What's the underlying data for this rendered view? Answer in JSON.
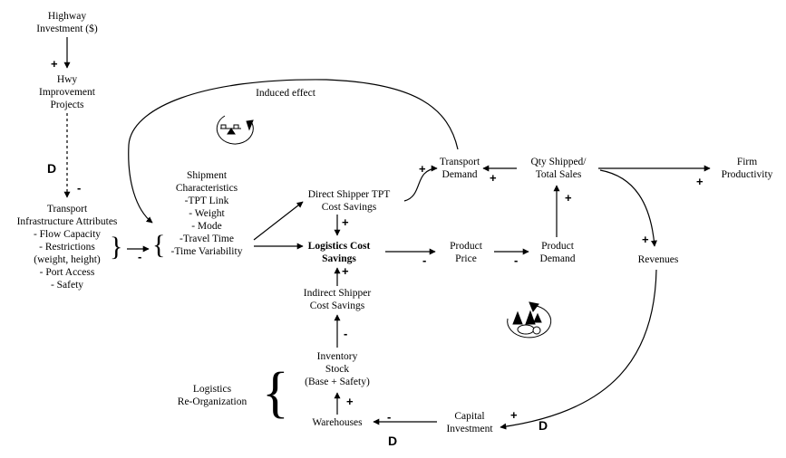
{
  "nodes": {
    "highway_investment": [
      "Highway",
      "Investment ($)"
    ],
    "hwy_projects": [
      "Hwy",
      "Improvement",
      "Projects"
    ],
    "transport_infra": [
      "Transport",
      "Infrastructure Attributes",
      "- Flow Capacity",
      "- Restrictions",
      "(weight, height)",
      "- Port Access",
      "- Safety"
    ],
    "shipment_chars": [
      "Shipment",
      "Characteristics",
      "-TPT Link",
      "- Weight",
      "- Mode",
      "-Travel Time",
      "-Time Variability"
    ],
    "direct_savings": [
      "Direct Shipper TPT",
      "Cost Savings"
    ],
    "logistics_savings": [
      "Logistics Cost",
      "Savings"
    ],
    "indirect_savings": [
      "Indirect Shipper",
      "Cost Savings"
    ],
    "inventory_stock": [
      "Inventory",
      "Stock",
      "(Base + Safety)"
    ],
    "warehouses": [
      "Warehouses"
    ],
    "logistics_reorg": [
      "Logistics",
      "Re-Organization"
    ],
    "product_price": [
      "Product",
      "Price"
    ],
    "product_demand": [
      "Product",
      "Demand"
    ],
    "transport_demand": [
      "Transport",
      "Demand"
    ],
    "qty_shipped": [
      "Qty Shipped/",
      "Total Sales"
    ],
    "firm_productivity": [
      "Firm",
      "Productivity"
    ],
    "revenues": [
      "Revenues"
    ],
    "capital_investment": [
      "Capital",
      "Investment"
    ]
  },
  "loop_label": "Induced effect",
  "signs": {
    "plus": "+",
    "minus": "-",
    "delay": "D"
  },
  "icons": [
    "balance-loop-icon",
    "reinforcing-loop-icon"
  ]
}
